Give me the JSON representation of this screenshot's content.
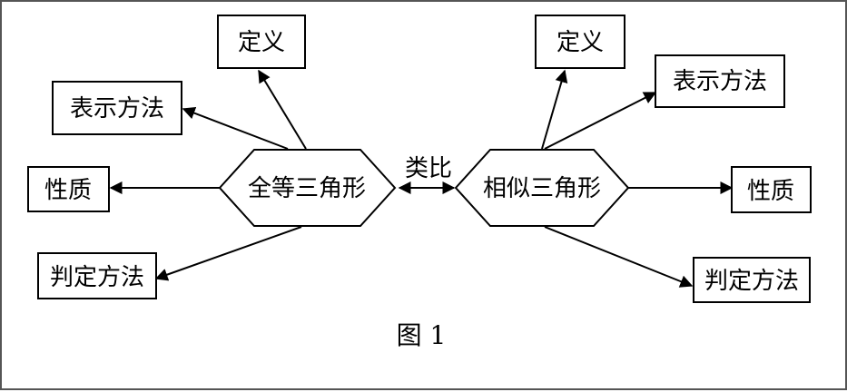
{
  "left": {
    "center": "全等三角形",
    "definition": "定义",
    "representation": "表示方法",
    "properties": "性质",
    "judgement": "判定方法"
  },
  "right": {
    "center": "相似三角形",
    "definition": "定义",
    "representation": "表示方法",
    "properties": "性质",
    "judgement": "判定方法"
  },
  "analogy_label": "类比",
  "caption": "图 1"
}
